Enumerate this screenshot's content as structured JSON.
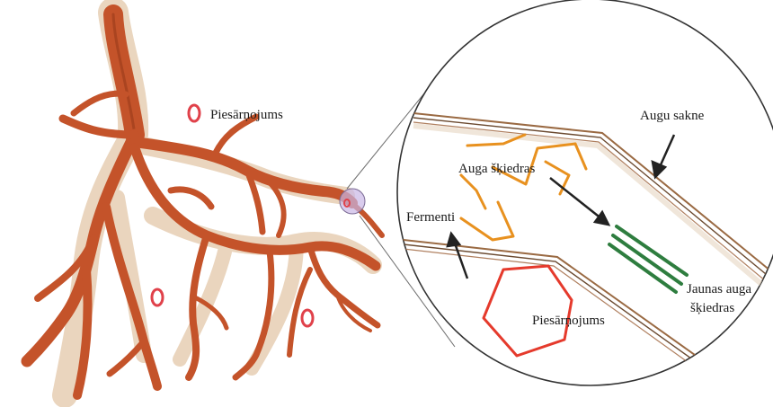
{
  "labels": {
    "pollution_main": "Piesārņojums",
    "plant_root": "Augu sakne",
    "plant_fibers": "Auga šķiedras",
    "enzymes": "Fermenti",
    "new_fibers_line1": "Jaunas auga",
    "new_fibers_line2": "šķiedras",
    "pollution_zoom": "Piesārņojums"
  },
  "colors": {
    "root": "#c4532a",
    "root_dark": "#8f3516",
    "root_halo": "#d9b48a",
    "pollution": "#e0414a",
    "fiber_old": "#e8911f",
    "fiber_new": "#2e7d3f",
    "pollution_zoom": "#e53a2c",
    "magnifier": "#c9b6e6",
    "tube": "#9a6a43"
  }
}
